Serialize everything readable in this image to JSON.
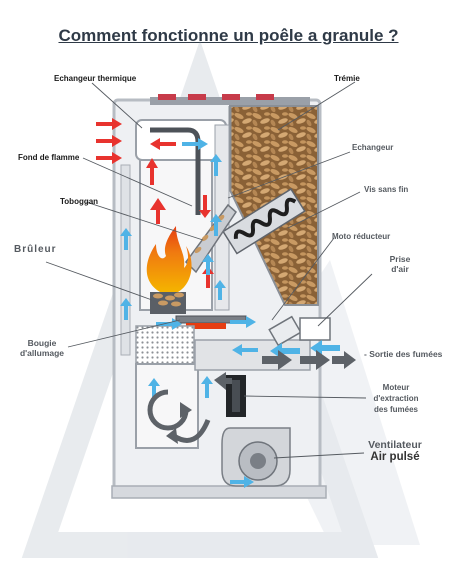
{
  "title": "Comment fonctionne un poêle a granule ?",
  "labels": {
    "echangeur_thermique": "Echangeur thermique",
    "tremie": "Trémie",
    "echangeur": "Echangeur",
    "fond_de_flamme": "Fond de flamme",
    "vis_sans_fin": "Vis sans fin",
    "toboggan": "Toboggan",
    "moto_reducteur": "Moto réducteur",
    "bruleur": "Brûleur",
    "prise_air_1": "Prise",
    "prise_air_2": "d'air",
    "bougie_1": "Bougie",
    "bougie_2": "d'allumage",
    "sortie_fumees": "- Sortie des fumées",
    "moteur_1": "Moteur",
    "moteur_2": "d'extraction",
    "moteur_3": "des fumées",
    "ventilateur_1": "Ventilateur",
    "ventilateur_2": "Air pulsé"
  },
  "colors": {
    "hot_arrow": "#e8332e",
    "cold_arrow": "#4fb3e6",
    "smoke_arrow": "#5d6268",
    "pellet": "#b88a55",
    "frame": "#c4c8ce",
    "title": "#2f3a47"
  }
}
